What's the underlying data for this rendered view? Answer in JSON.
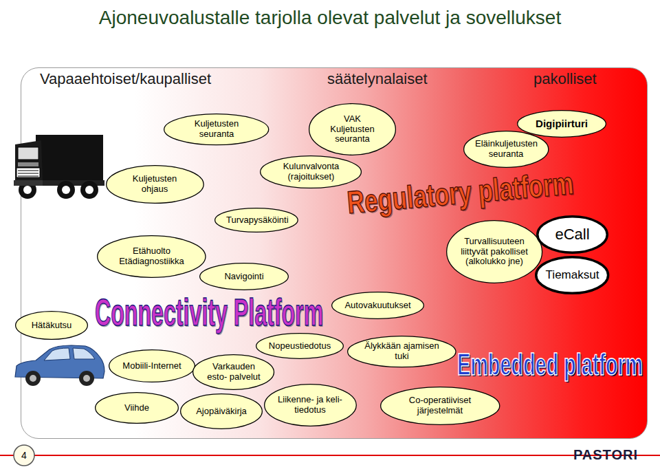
{
  "diagram": {
    "title": "Ajoneuvoalustalle tarjolla olevat palvelut ja sovellukset",
    "nodes": [
      {
        "text": [
          "Kuljetusten seuranta"
        ]
      },
      {
        "text": [
          "VAK Kuljetusten seuranta"
        ]
      },
      {
        "text": [
          "Digipiirturi"
        ]
      },
      {
        "text": [
          "Kuljetusten ohjaus"
        ]
      },
      {
        "text": [
          "Kulunvalvonta (rajoitukset)"
        ]
      },
      {
        "text": [
          "Eläinkuljetusten seuranta"
        ]
      },
      {
        "text": [
          "Turvapysäköinti"
        ]
      },
      {
        "text": [
          "Etähuolto Etädiagnostiikka"
        ]
      },
      {
        "text": [
          "Turvallisuuteen liittyvät pakolliset (alkolukko jne)"
        ]
      },
      {
        "text": [
          "eCall"
        ]
      },
      {
        "text": [
          "Tiemaksut"
        ]
      },
      {
        "text": [
          "Navigointi"
        ]
      },
      {
        "text": [
          "Autovakuutukset"
        ]
      },
      {
        "text": [
          "Hätäkutsu"
        ]
      },
      {
        "text": [
          "Nopeustiedotus"
        ]
      },
      {
        "text": [
          "Mobiili-Internet"
        ]
      },
      {
        "text": [
          "Varkauden esto- palvelut"
        ]
      },
      {
        "text": [
          "Älykkään ajamisen tuki"
        ]
      },
      {
        "text": [
          "Viihde"
        ]
      },
      {
        "text": [
          "Ajopäiväkirja"
        ]
      },
      {
        "text": [
          "Liikenne- ja keli- tiedotus"
        ]
      },
      {
        "text": [
          "Co-operatiiviset järjestelmät"
        ]
      }
    ],
    "labels": [
      "Vapaaehtoiset/kaupalliset",
      "säätelynalaiset",
      "pakolliset",
      "Regulatory platform",
      "Connectivity Platform",
      "Embedded platform",
      "4",
      "PASTORI"
    ]
  }
}
